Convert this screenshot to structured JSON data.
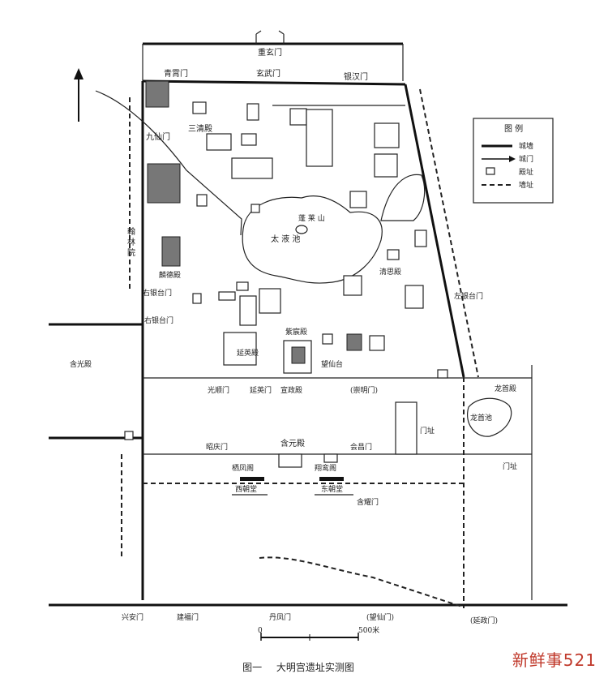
{
  "figure": {
    "caption_num": "图一",
    "caption_title": "大明宫遗址实测图",
    "watermark": "新鲜事521",
    "scale_text": "500米",
    "scale_zero": "0",
    "north_symbol": "北"
  },
  "legend": {
    "title": "图 例",
    "items": [
      "城墙",
      "城门",
      "殿址",
      "墙址"
    ]
  },
  "labels": {
    "chongxuan": "重玄门",
    "qingxiao": "青霄门",
    "xuanwu": "玄武门",
    "yinhan": "银汉门",
    "sanqing": "三清殿",
    "jiuxian": "九仙门",
    "taiye": "太 液 池",
    "penglai": "蓬 莱 山",
    "qinghui": "清思殿",
    "linde": "麟德殿",
    "hanlin": "翰 林 院",
    "youyin_small": "右银台门",
    "youyin": "右银台门",
    "zuoyin": "左银台门",
    "hanguang": "含光殿",
    "zichen": "紫宸殿",
    "yanying_hall": "延英殿",
    "wangxiantai": "望仙台",
    "guangshun": "光顺门",
    "yanying_gate": "延英门",
    "xuanzheng_gate": "宣政殿",
    "chongming": "(崇明门)",
    "longshou": "龙首殿",
    "longshouchi": "龙首池",
    "menzhi_east": "门址",
    "zhaoqing": "昭庆门",
    "hanyuan": "含元殿",
    "huiri": "会昌门",
    "qifeng": "栖凤阁",
    "xiangluan": "翔鸾阁",
    "xichaotang": "西朝堂",
    "dongchaotang": "东朝堂",
    "menzhi_side": "门址",
    "hanxun": "含耀门",
    "xingan": "兴安门",
    "jianfu": "建福门",
    "danfeng": "丹凤门",
    "wangxian_gate": "(望仙门)",
    "yanzheng": "(延政门)"
  }
}
